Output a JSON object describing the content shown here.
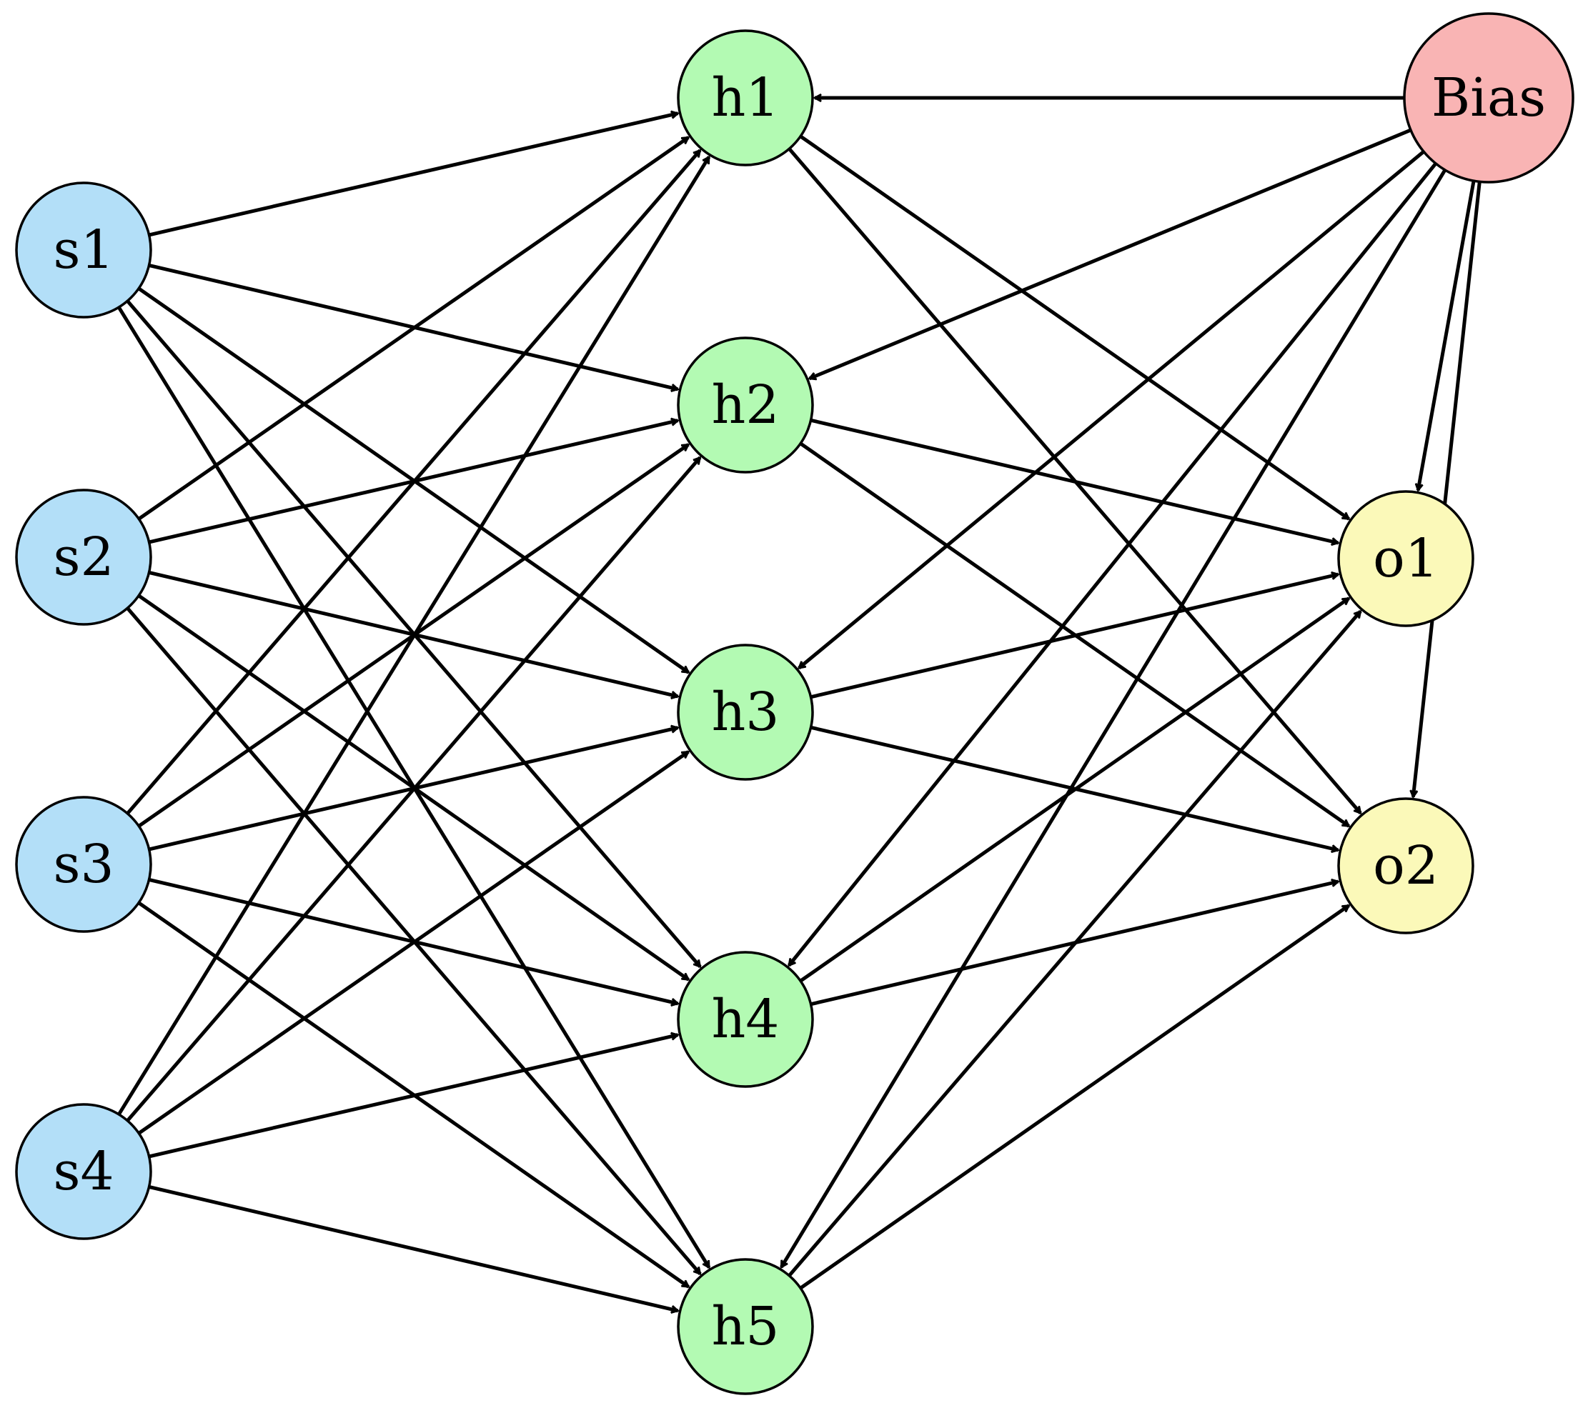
{
  "colors": {
    "input": "#b3dff8",
    "hidden": "#b3fab3",
    "output": "#fbf9b9",
    "bias": "#f9b4b4",
    "stroke": "#000000"
  },
  "nodes": [
    {
      "id": "s1",
      "label": "s1",
      "group": "input"
    },
    {
      "id": "s2",
      "label": "s2",
      "group": "input"
    },
    {
      "id": "s3",
      "label": "s3",
      "group": "input"
    },
    {
      "id": "s4",
      "label": "s4",
      "group": "input"
    },
    {
      "id": "h1",
      "label": "h1",
      "group": "hidden"
    },
    {
      "id": "h2",
      "label": "h2",
      "group": "hidden"
    },
    {
      "id": "h3",
      "label": "h3",
      "group": "hidden"
    },
    {
      "id": "h4",
      "label": "h4",
      "group": "hidden"
    },
    {
      "id": "h5",
      "label": "h5",
      "group": "hidden"
    },
    {
      "id": "o1",
      "label": "o1",
      "group": "output"
    },
    {
      "id": "o2",
      "label": "o2",
      "group": "output"
    },
    {
      "id": "bias",
      "label": "Bias",
      "group": "bias"
    }
  ],
  "edges": [
    {
      "from": "s1",
      "to": "h1"
    },
    {
      "from": "s1",
      "to": "h2"
    },
    {
      "from": "s1",
      "to": "h3"
    },
    {
      "from": "s1",
      "to": "h4"
    },
    {
      "from": "s1",
      "to": "h5"
    },
    {
      "from": "s2",
      "to": "h1"
    },
    {
      "from": "s2",
      "to": "h2"
    },
    {
      "from": "s2",
      "to": "h3"
    },
    {
      "from": "s2",
      "to": "h4"
    },
    {
      "from": "s2",
      "to": "h5"
    },
    {
      "from": "s3",
      "to": "h1"
    },
    {
      "from": "s3",
      "to": "h2"
    },
    {
      "from": "s3",
      "to": "h3"
    },
    {
      "from": "s3",
      "to": "h4"
    },
    {
      "from": "s3",
      "to": "h5"
    },
    {
      "from": "s4",
      "to": "h1"
    },
    {
      "from": "s4",
      "to": "h2"
    },
    {
      "from": "s4",
      "to": "h3"
    },
    {
      "from": "s4",
      "to": "h4"
    },
    {
      "from": "s4",
      "to": "h5"
    },
    {
      "from": "h1",
      "to": "o1"
    },
    {
      "from": "h1",
      "to": "o2"
    },
    {
      "from": "h2",
      "to": "o1"
    },
    {
      "from": "h2",
      "to": "o2"
    },
    {
      "from": "h3",
      "to": "o1"
    },
    {
      "from": "h3",
      "to": "o2"
    },
    {
      "from": "h4",
      "to": "o1"
    },
    {
      "from": "h4",
      "to": "o2"
    },
    {
      "from": "h5",
      "to": "o1"
    },
    {
      "from": "h5",
      "to": "o2"
    },
    {
      "from": "bias",
      "to": "h1"
    },
    {
      "from": "bias",
      "to": "h2"
    },
    {
      "from": "bias",
      "to": "h3"
    },
    {
      "from": "bias",
      "to": "h4"
    },
    {
      "from": "bias",
      "to": "h5"
    },
    {
      "from": "bias",
      "to": "o1"
    },
    {
      "from": "bias",
      "to": "o2"
    }
  ]
}
